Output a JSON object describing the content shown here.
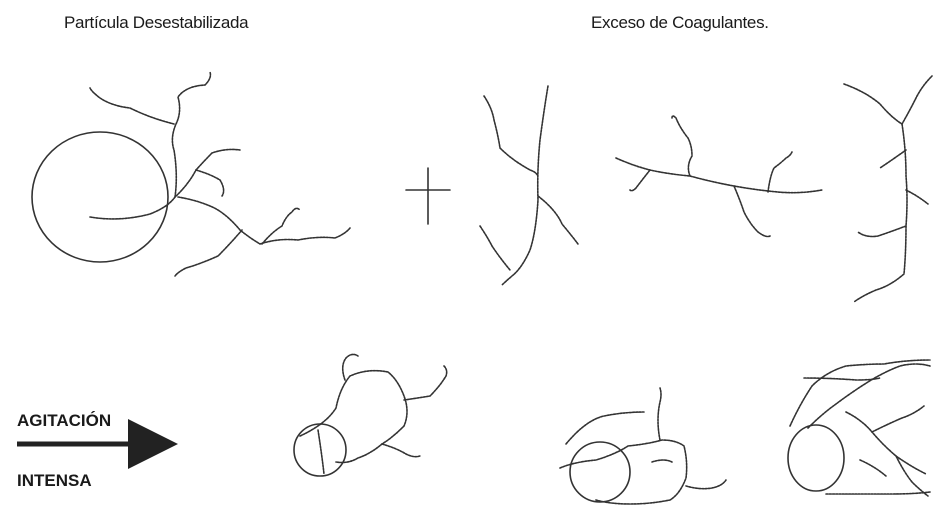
{
  "labels": {
    "title_left": "Partícula Desestabilizada",
    "title_right": "Exceso de Coagulantes.",
    "arrow_top": "AGITACIÓN",
    "arrow_bottom": "INTENSA"
  },
  "icons": {
    "plus": "plus-icon",
    "arrow": "arrow-right-icon"
  }
}
